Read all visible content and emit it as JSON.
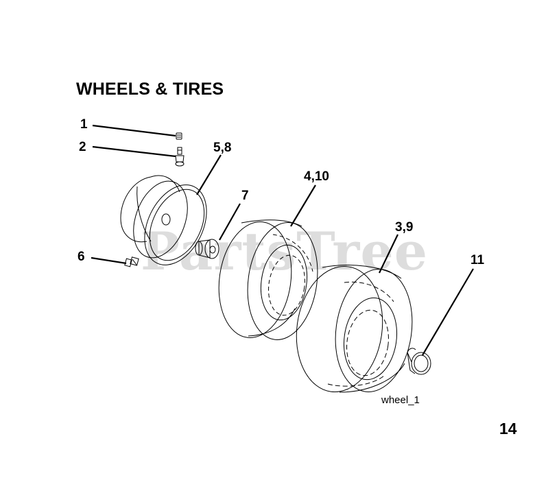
{
  "title": "WHEELS & TIRES",
  "callouts": {
    "c1": "1",
    "c2": "2",
    "c58": "5,8",
    "c7": "7",
    "c410": "4,10",
    "c39": "3,9",
    "c11": "11",
    "c6": "6"
  },
  "figure_id": "wheel_1",
  "page_number": "14",
  "watermark": "PartsTree",
  "parts": [
    {
      "label": "1",
      "name": "valve-cap"
    },
    {
      "label": "2",
      "name": "valve-stem"
    },
    {
      "label": "3,9",
      "name": "rear-tire"
    },
    {
      "label": "4,10",
      "name": "front-tire"
    },
    {
      "label": "5,8",
      "name": "wheel-rim"
    },
    {
      "label": "6",
      "name": "grease-fitting"
    },
    {
      "label": "7",
      "name": "bushing"
    },
    {
      "label": "11",
      "name": "bearing-cap"
    }
  ]
}
